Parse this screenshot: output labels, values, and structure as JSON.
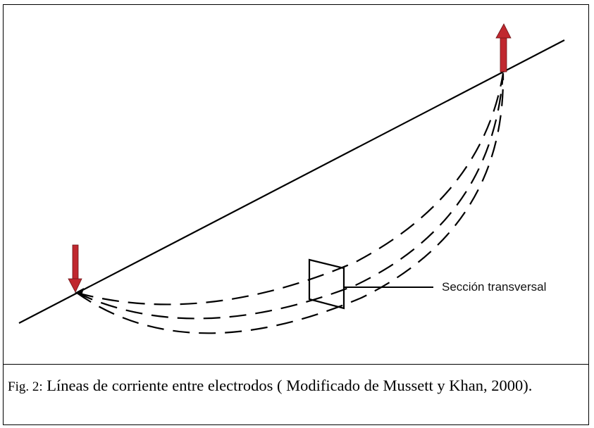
{
  "diagram": {
    "section_label": "Sección transversal"
  },
  "caption": {
    "label": "Fig. 2:",
    "text": "Líneas de corriente entre electrodos ( Modificado de Mussett y Khan, 2000)."
  },
  "colors": {
    "arrow": "#c0282f",
    "line": "#000000"
  },
  "icons": {
    "injection_electrode": "arrow-down-icon",
    "extraction_electrode": "arrow-up-icon"
  }
}
